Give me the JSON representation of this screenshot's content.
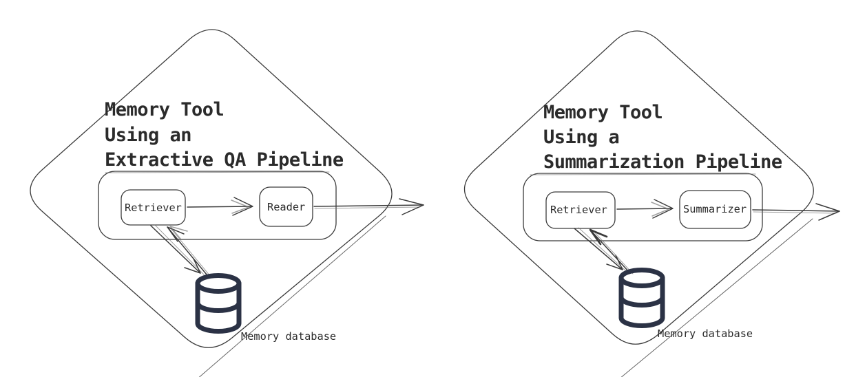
{
  "page": {
    "background": "#ffffff"
  },
  "colors": {
    "line": "#3a3a3a",
    "text": "#2b2b2b",
    "database_icon": "#2b3245"
  },
  "diagrams": [
    {
      "id": "extractive-qa",
      "title_lines": [
        "Memory Tool",
        "Using an",
        "Extractive QA Pipeline"
      ],
      "nodes": {
        "retriever": "Retriever",
        "reader": "Reader"
      },
      "database_label": "Memory database",
      "icons": [
        "database-icon"
      ]
    },
    {
      "id": "summarization",
      "title_lines": [
        "Memory Tool",
        "Using a",
        "Summarization Pipeline"
      ],
      "nodes": {
        "retriever": "Retriever",
        "summarizer": "Summarizer"
      },
      "database_label": "Memory database",
      "icons": [
        "database-icon"
      ]
    }
  ]
}
